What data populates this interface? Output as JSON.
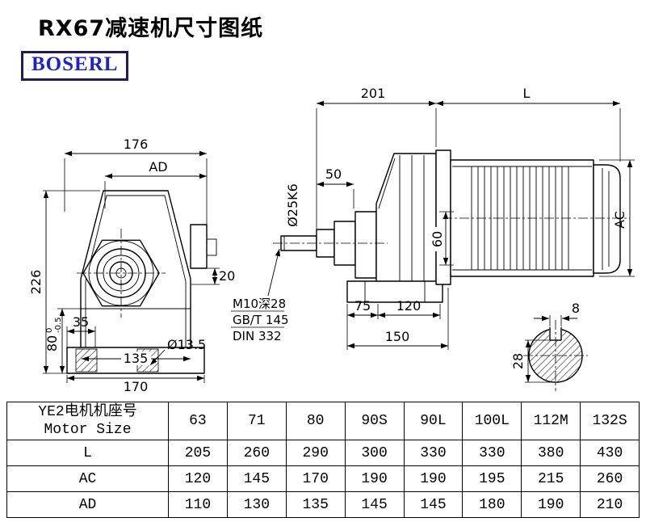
{
  "page": {
    "title": "RX67减速机尺寸图纸",
    "logo_text": "BOSERL"
  },
  "front_view": {
    "dim_width_top": "176",
    "dim_ad": "AD",
    "dim_height": "226",
    "dim_80": "80",
    "dim_80_tol_upper": "0",
    "dim_80_tol_lower": "-0.5",
    "dim_35": "35",
    "dim_135": "135",
    "dim_170": "170",
    "dim_20": "20",
    "dim_hole": "Ø13.5"
  },
  "side_view": {
    "dim_201": "201",
    "dim_l": "L",
    "dim_50": "50",
    "dim_shaft": "Ø25K6",
    "dim_60": "60",
    "dim_ac": "AC",
    "note_line1": "M10深28",
    "note_line2": "GB/T 145",
    "note_line3": "DIN 332",
    "dim_75": "75",
    "dim_120": "120",
    "dim_150": "150"
  },
  "shaft_section": {
    "dim_key_width": "8",
    "dim_key_depth": "28"
  },
  "table": {
    "header": {
      "line1": "YE2电机机座号",
      "line2": "Motor Size"
    },
    "sizes": [
      "63",
      "71",
      "80",
      "90S",
      "90L",
      "100L",
      "112M",
      "132S"
    ],
    "rows": [
      {
        "label": "L",
        "values": [
          "205",
          "260",
          "290",
          "300",
          "330",
          "330",
          "380",
          "430"
        ]
      },
      {
        "label": "AC",
        "values": [
          "120",
          "145",
          "170",
          "190",
          "190",
          "195",
          "215",
          "260"
        ]
      },
      {
        "label": "AD",
        "values": [
          "110",
          "130",
          "135",
          "145",
          "145",
          "180",
          "190",
          "210"
        ]
      }
    ]
  }
}
